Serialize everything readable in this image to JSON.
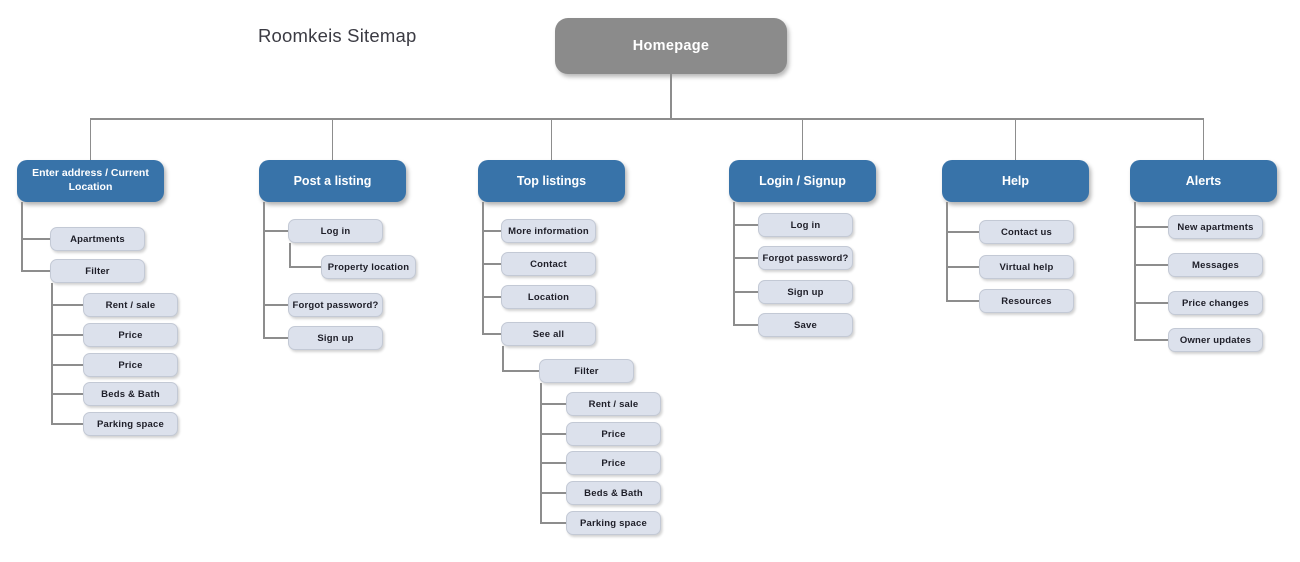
{
  "title": "Roomkeis Sitemap",
  "root": {
    "label": "Homepage"
  },
  "colors": {
    "root_fill": "#8B8B8B",
    "node_fill": "#3873A9",
    "node_text": "#FFFFFF",
    "leaf_fill": "#DCE1EC",
    "leaf_border": "#C3C9D5",
    "leaf_text": "#1D1D27",
    "line": "#8D8D8D",
    "title_text": "#3B3B43"
  },
  "branches": [
    {
      "label": "Enter address / Current Location",
      "nodes": [
        {
          "label": "Apartments",
          "depth": 1
        },
        {
          "label": "Filter",
          "depth": 1
        },
        {
          "label": "Rent / sale",
          "depth": 2
        },
        {
          "label": "Price",
          "depth": 2
        },
        {
          "label": "Price",
          "depth": 2
        },
        {
          "label": "Beds & Bath",
          "depth": 2
        },
        {
          "label": "Parking space",
          "depth": 2
        }
      ]
    },
    {
      "label": "Post a listing",
      "nodes": [
        {
          "label": "Log in",
          "depth": 1
        },
        {
          "label": "Property location",
          "depth": 2
        },
        {
          "label": "Forgot password?",
          "depth": 1
        },
        {
          "label": "Sign up",
          "depth": 1
        }
      ]
    },
    {
      "label": "Top listings",
      "nodes": [
        {
          "label": "More information",
          "depth": 1
        },
        {
          "label": "Contact",
          "depth": 1
        },
        {
          "label": "Location",
          "depth": 1
        },
        {
          "label": "See all",
          "depth": 1
        },
        {
          "label": "Filter",
          "depth": 2
        },
        {
          "label": "Rent / sale",
          "depth": 3
        },
        {
          "label": "Price",
          "depth": 3
        },
        {
          "label": "Price",
          "depth": 3
        },
        {
          "label": "Beds & Bath",
          "depth": 3
        },
        {
          "label": "Parking space",
          "depth": 3
        }
      ]
    },
    {
      "label": "Login / Signup",
      "nodes": [
        {
          "label": "Log in",
          "depth": 1
        },
        {
          "label": "Forgot password?",
          "depth": 1
        },
        {
          "label": "Sign up",
          "depth": 1
        },
        {
          "label": "Save",
          "depth": 1
        }
      ]
    },
    {
      "label": "Help",
      "nodes": [
        {
          "label": "Contact us",
          "depth": 1
        },
        {
          "label": "Virtual help",
          "depth": 1
        },
        {
          "label": "Resources",
          "depth": 1
        }
      ]
    },
    {
      "label": "Alerts",
      "nodes": [
        {
          "label": "New apartments",
          "depth": 1
        },
        {
          "label": "Messages",
          "depth": 1
        },
        {
          "label": "Price changes",
          "depth": 1
        },
        {
          "label": "Owner updates",
          "depth": 1
        }
      ]
    }
  ]
}
